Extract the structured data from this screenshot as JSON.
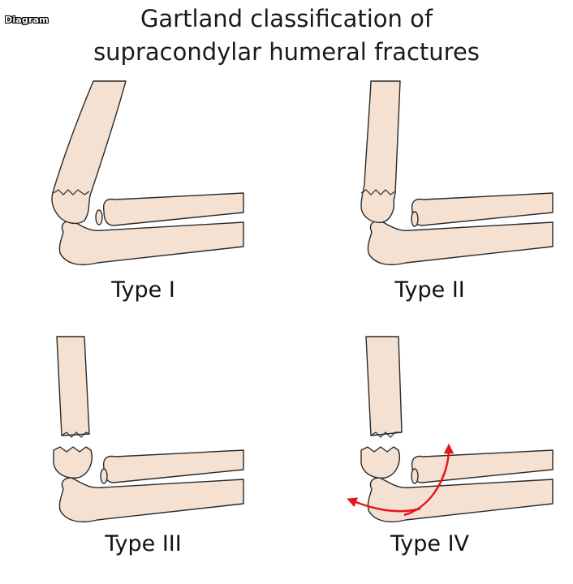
{
  "badge": "Diagram",
  "title": {
    "line1": "Gartland classification of",
    "line2": "supracondylar humeral fractures"
  },
  "panels": [
    {
      "label": "Type I"
    },
    {
      "label": "Type II"
    },
    {
      "label": "Type III"
    },
    {
      "label": "Type IV"
    }
  ],
  "colors": {
    "bone": "#f4e1d2",
    "outline": "#2a2a2a",
    "arrow": "#e8141b"
  }
}
